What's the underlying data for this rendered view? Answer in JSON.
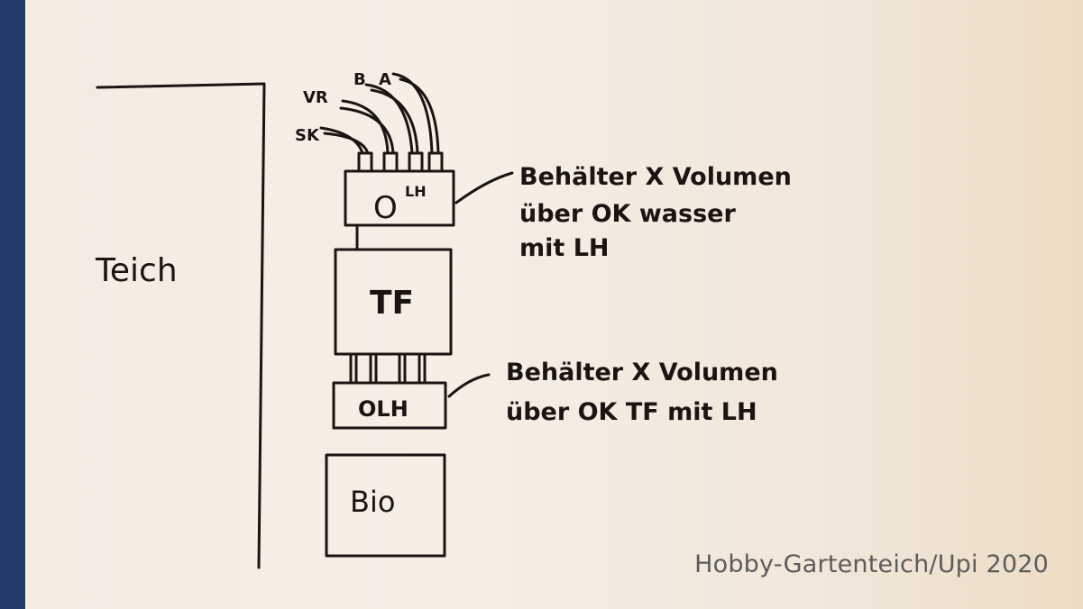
{
  "labels": {
    "teich": "Teich",
    "sk": "SK",
    "vr": "VR",
    "b": "B",
    "a": "A",
    "top_box_main": "O",
    "top_box_super": "LH",
    "tf": "TF",
    "mid_box": "OLH",
    "bio": "Bio"
  },
  "notes": {
    "upper": [
      "Behälter X Volumen",
      "über OK wasser",
      "mit LH"
    ],
    "lower": [
      "Behälter X Volumen",
      "über OK TF mit LH"
    ]
  },
  "watermark": "Hobby-Gartenteich/Upi 2020",
  "colors": {
    "ink": "#1b1413",
    "paper": "#f4ede4",
    "background": "#243a6b",
    "watermark": "#5c5c5c"
  }
}
